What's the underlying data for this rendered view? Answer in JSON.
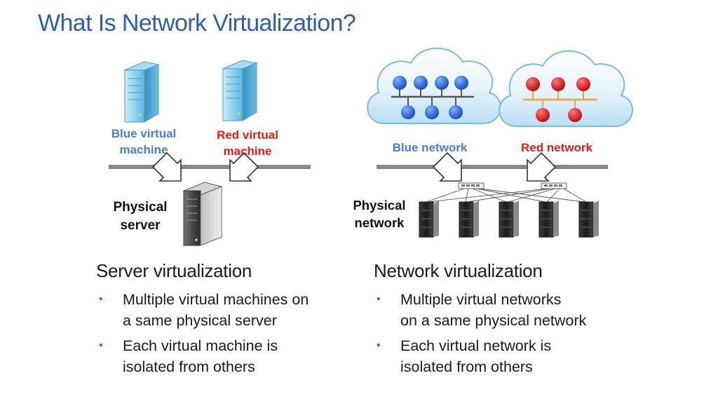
{
  "title": "What Is Network Virtualization?",
  "colors": {
    "title": "#2E5EAA",
    "blue": "#4A7FC9",
    "red": "#E31B1B",
    "bullet": "#2E74C4",
    "bar": "#888888",
    "cloud_blue_node": "#1E63D6",
    "cloud_red_node": "#E0151B",
    "cloud_red_link": "#F2A33A"
  },
  "left": {
    "blue_vm_label": [
      "Blue virtual",
      "machine"
    ],
    "red_vm_label": [
      "Red virtual",
      "machine"
    ],
    "physical_label": [
      "Physical",
      "server"
    ],
    "heading": "Server virtualization",
    "bullets": [
      [
        "Multiple virtual machines on",
        "a same physical server"
      ],
      [
        "Each virtual machine is",
        "isolated from others"
      ]
    ]
  },
  "right": {
    "blue_net_label": "Blue network",
    "red_net_label": "Red network",
    "physical_label": [
      "Physical",
      "network"
    ],
    "heading": "Network virtualization",
    "bullets": [
      [
        "Multiple virtual networks",
        "on a same physical network"
      ],
      [
        "Each virtual network is",
        "isolated from others"
      ]
    ]
  },
  "bullet_symbol": "•",
  "icons": [
    "virtual-server-icon",
    "physical-server-icon",
    "cloud-icon",
    "network-switch-icon",
    "server-rack-icon",
    "hollow-arrow-icon"
  ]
}
